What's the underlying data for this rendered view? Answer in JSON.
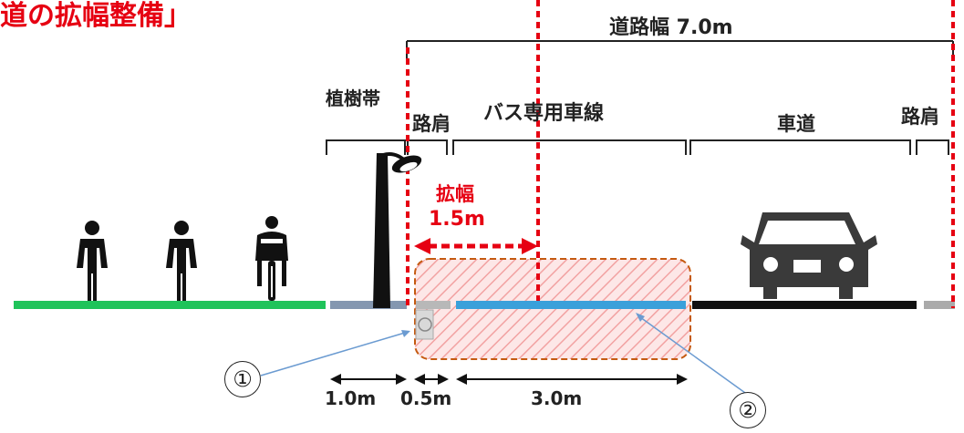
{
  "title": "道の拡幅整備」",
  "road_width_label": "道路幅 7.0m",
  "sections": {
    "planting_strip": "植樹帯",
    "shoulder_left": "路肩",
    "bus_lane": "バス専用車線",
    "carriageway": "車道",
    "shoulder_right": "路肩"
  },
  "widening": {
    "label": "拡幅",
    "value": "1.5m"
  },
  "dimensions": {
    "planting": "1.0m",
    "shoulder": "0.5m",
    "bus_lane": "3.0m"
  },
  "markers": {
    "one": "①",
    "two": "②"
  },
  "colors": {
    "sidewalk": "#1fc35a",
    "planting_strip": "#8497b0",
    "bus_lane": "#3aa0da",
    "carriageway": "#111111",
    "shoulder": "#aaaaaa",
    "alert_red": "#e60012",
    "widen_border": "#c55a11",
    "leader_line": "#6b9bd1"
  },
  "icons": [
    "pedestrian-icon",
    "pedestrian-icon",
    "cyclist-icon",
    "street-lamp-icon",
    "car-icon"
  ]
}
